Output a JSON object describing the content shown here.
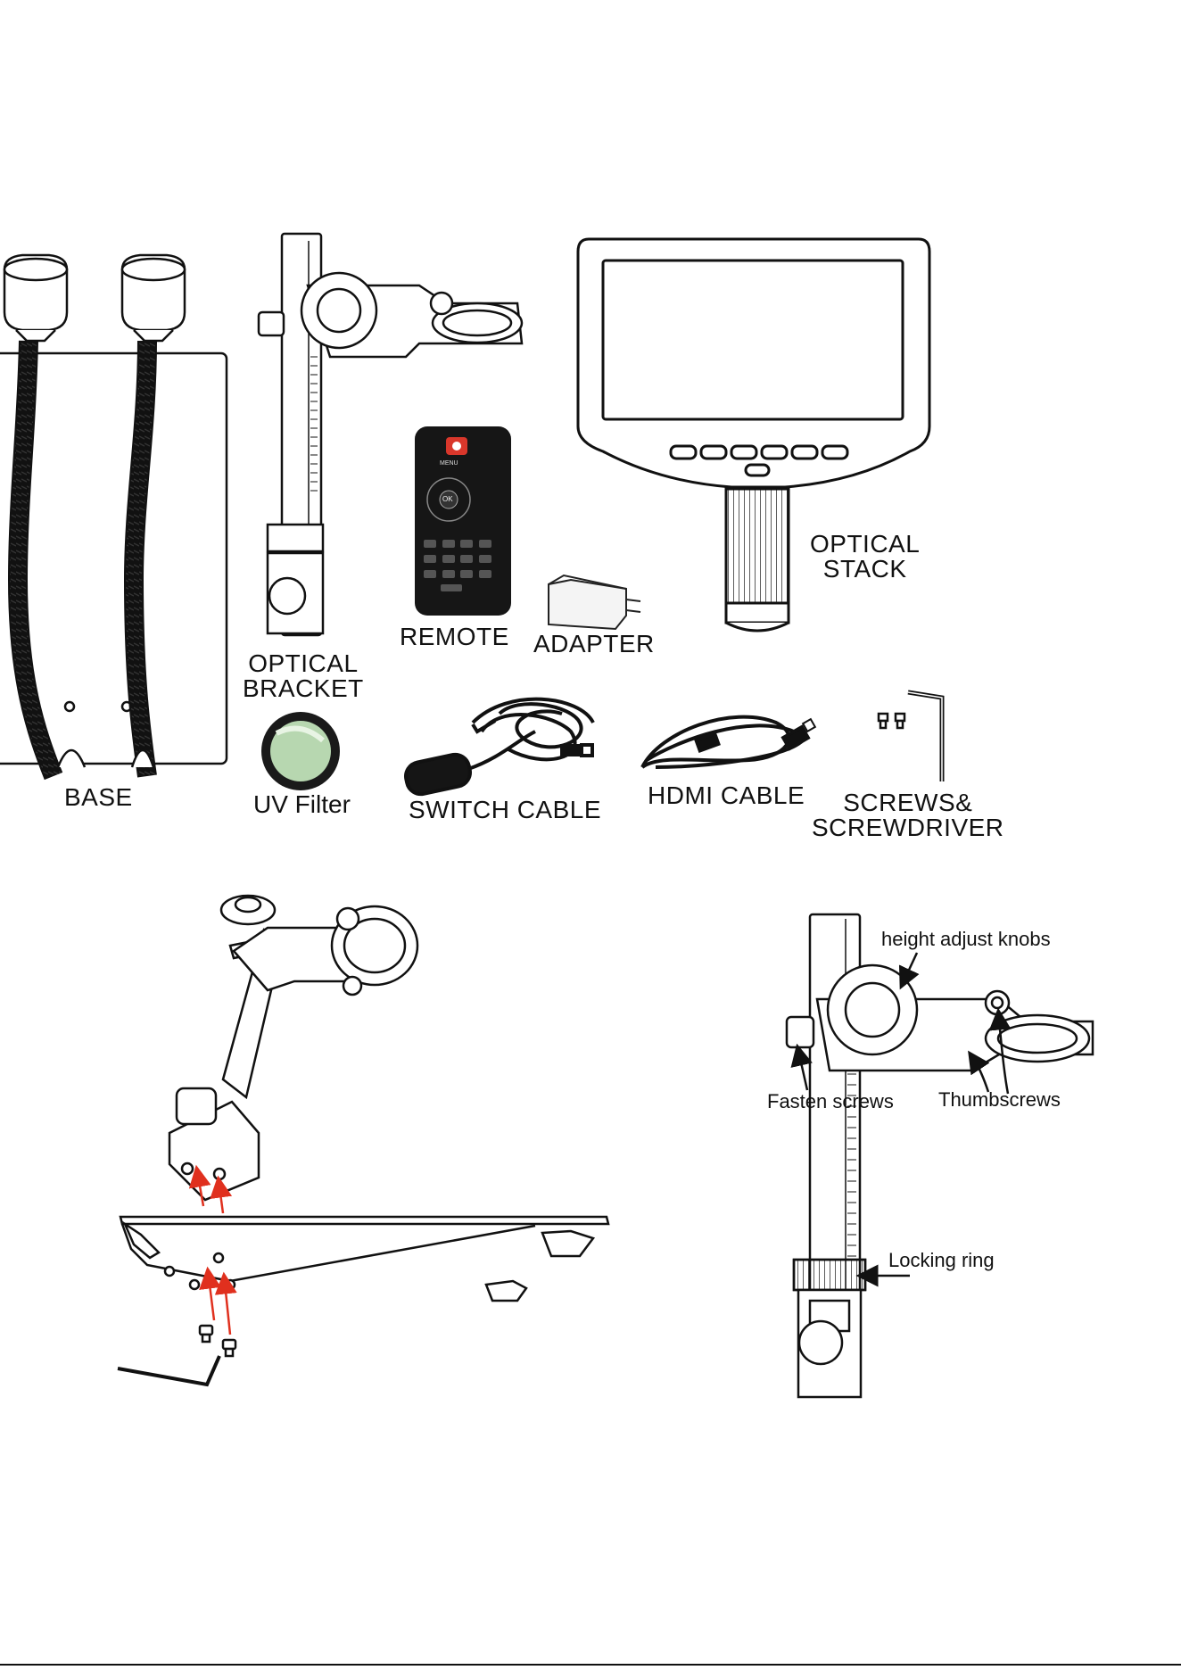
{
  "parts": {
    "base": "BASE",
    "optical_bracket": "OPTICAL\nBRACKET",
    "remote": "REMOTE",
    "adapter": "ADAPTER",
    "optical_stack": "OPTICAL\nSTACK",
    "uv_filter": "UV Filter",
    "switch_cable": "SWITCH CABLE",
    "hdmi_cable": "HDMI CABLE",
    "screws": "SCREWS&\nSCREWDRIVER"
  },
  "callouts": {
    "height_adjust_knobs": "height adjust knobs",
    "fasten_screws": "Fasten screws",
    "thumbscrews": "Thumbscrews",
    "locking_ring": "Locking ring"
  },
  "remote_keys": {
    "menu": "MENU",
    "ok": "OK"
  },
  "colors": {
    "line": "#111111",
    "arrow_red": "#e0301e",
    "remote_body": "#161616",
    "remote_top_button": "#d9372b"
  }
}
